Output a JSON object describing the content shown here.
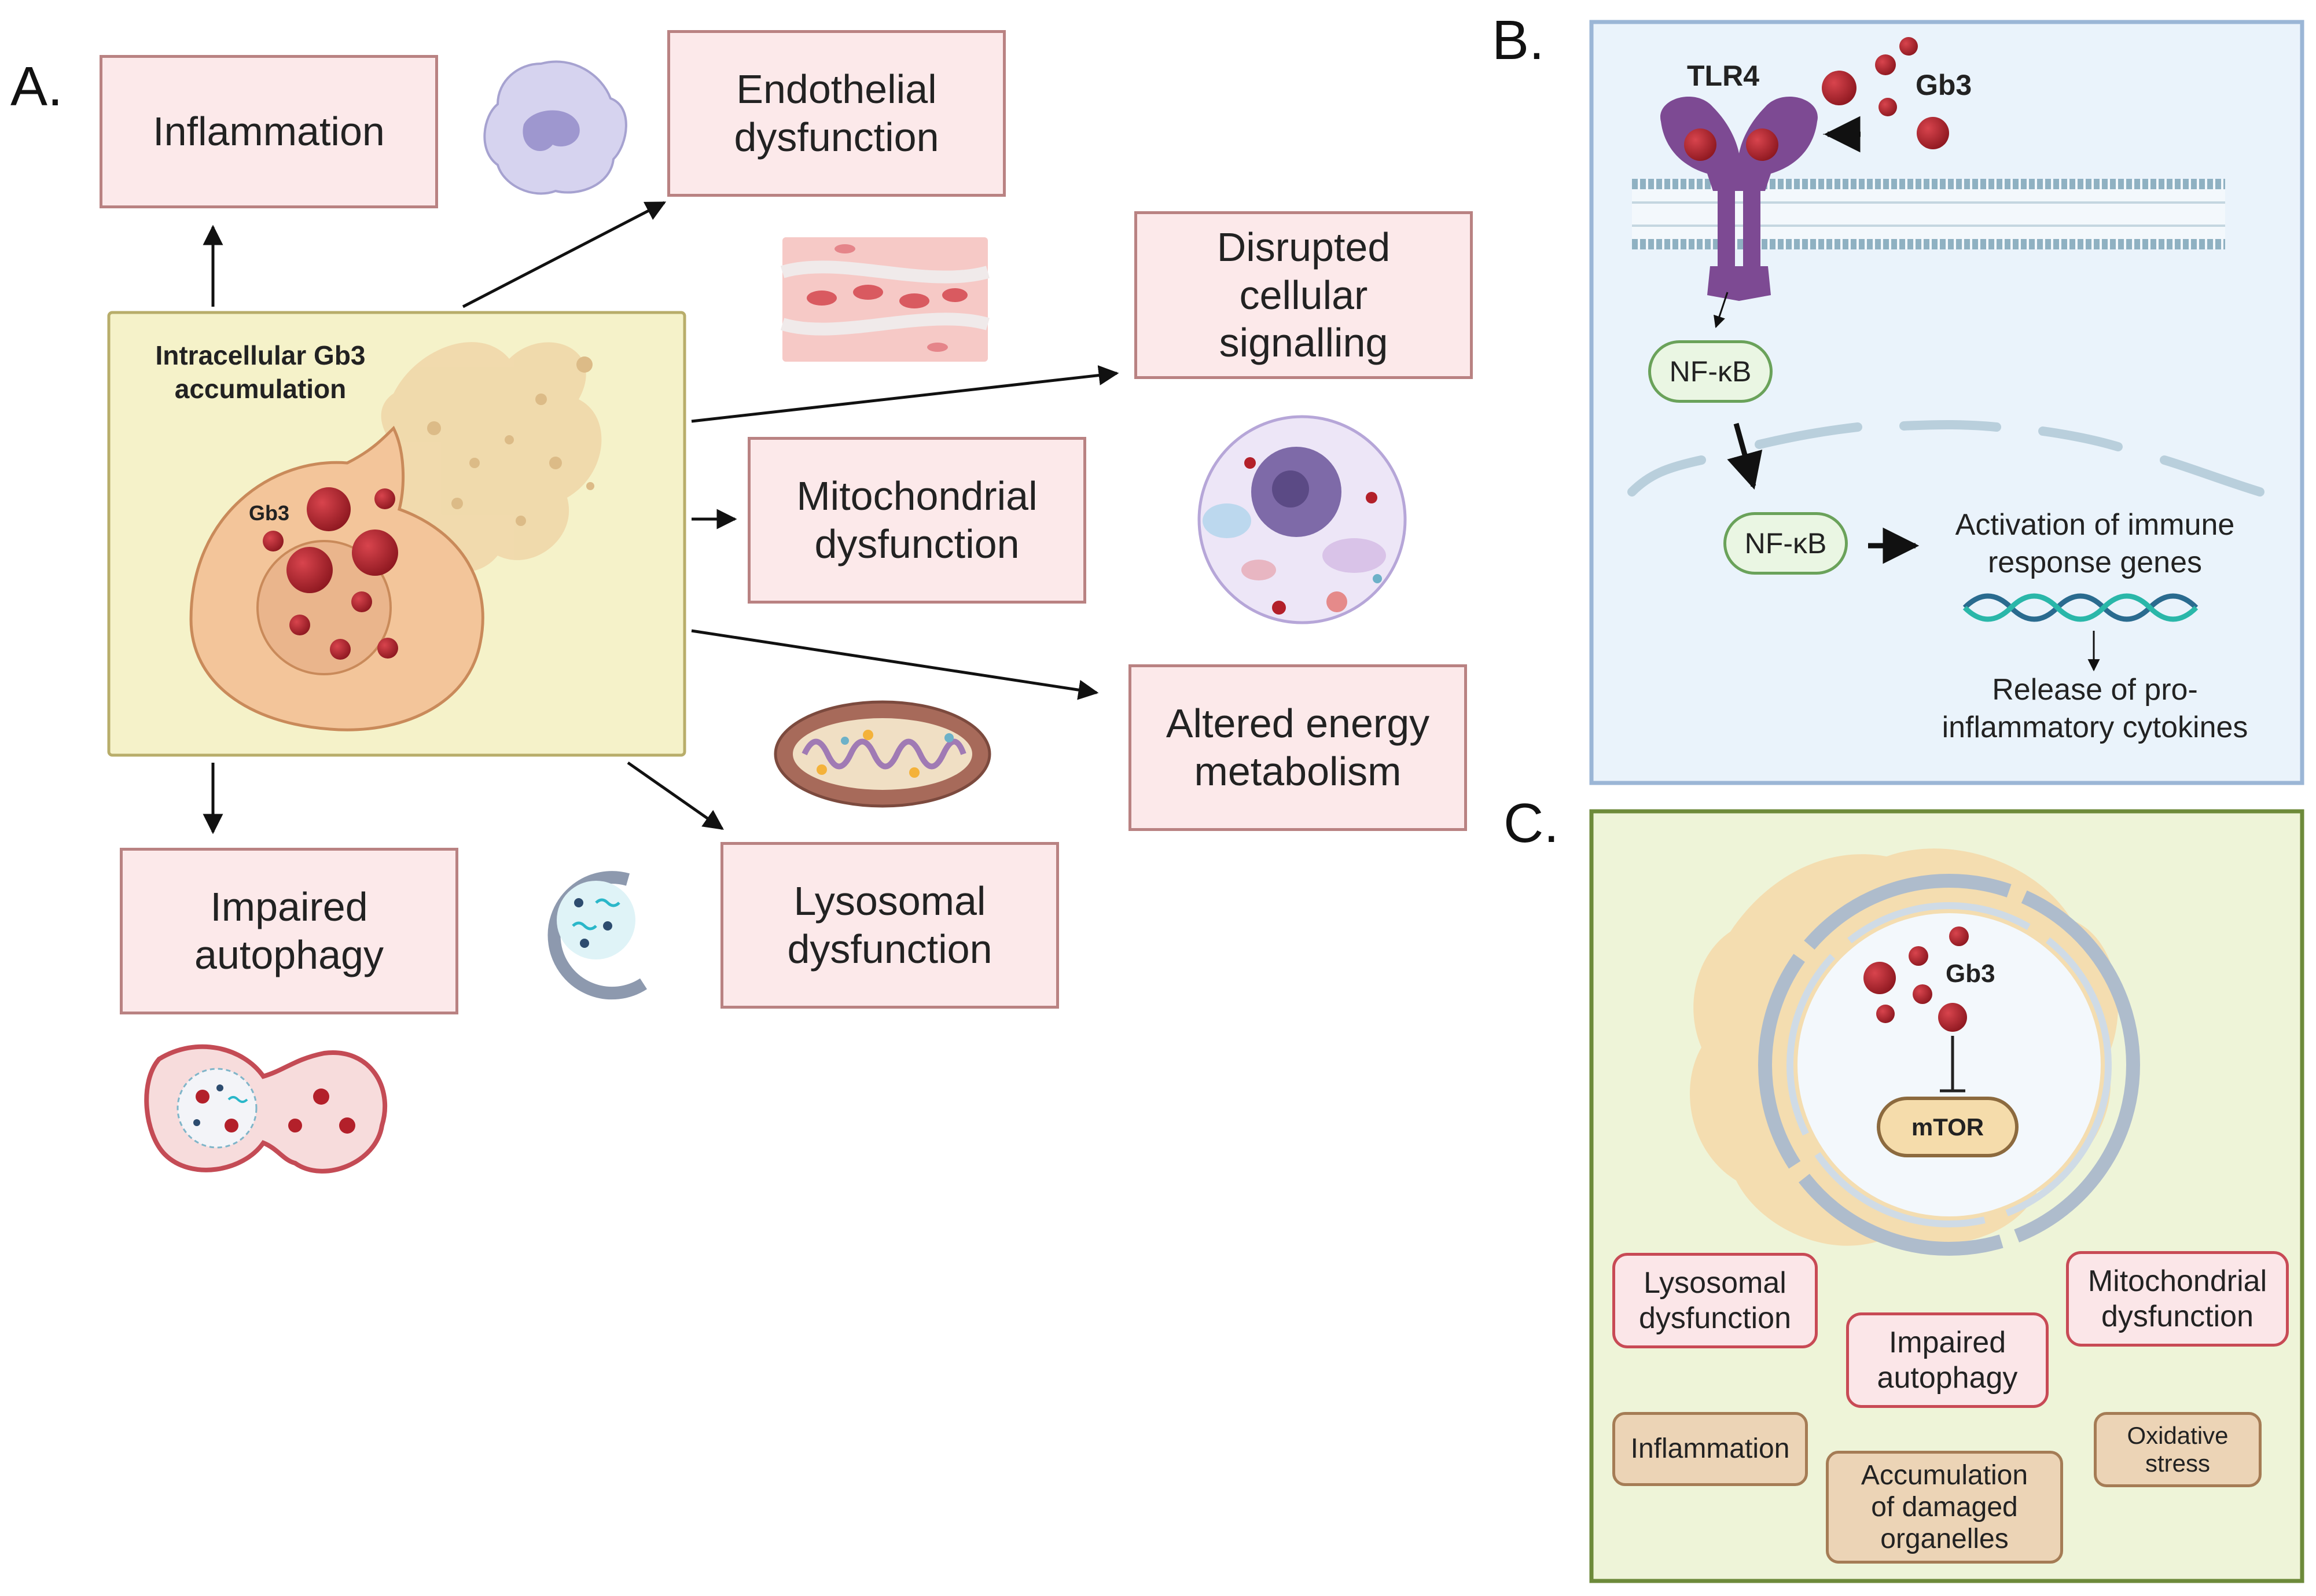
{
  "panels": {
    "a": "A.",
    "b": "B.",
    "c": "C."
  },
  "panel_a": {
    "center_label": "Intracellular Gb3\naccumulation",
    "gb3_label": "Gb3",
    "boxes": {
      "inflammation": "Inflammation",
      "endothelial": "Endothelial\ndysfunction",
      "signalling": "Disrupted\ncellular\nsignalling",
      "mitochondrial": "Mitochondrial\ndysfunction",
      "energy": "Altered energy\nmetabolism",
      "autophagy": "Impaired\nautophagy",
      "lysosomal": "Lysosomal\ndysfunction"
    }
  },
  "panel_b": {
    "receptor": "TLR4",
    "ligand": "Gb3",
    "nfkb_cytoplasm": "NF-κB",
    "nfkb_nucleus": "NF-κB",
    "activation": "Activation of immune\nresponse genes",
    "release": "Release of pro-\ninflammatory cytokines"
  },
  "panel_c": {
    "gb3_label": "Gb3",
    "mtor": "mTOR",
    "red_boxes": {
      "lysosomal": "Lysosomal\ndysfunction",
      "autophagy": "Impaired\nautophagy",
      "mitochondrial": "Mitochondrial\ndysfunction"
    },
    "tan_boxes": {
      "inflammation": "Inflammation",
      "accumulation": "Accumulation\nof damaged\norganelles",
      "oxidative": "Oxidative\nstress"
    }
  },
  "colors": {
    "box_fill": "#fce9ea",
    "box_border": "#b98282",
    "panel_b_bg": "#eaf3fb",
    "panel_b_border": "#9bb6d6",
    "panel_c_bg": "#eef4d8",
    "panel_c_border": "#6d8a3a",
    "gb3_red": "#b3202a",
    "tlr4_purple": "#7d4a93"
  }
}
